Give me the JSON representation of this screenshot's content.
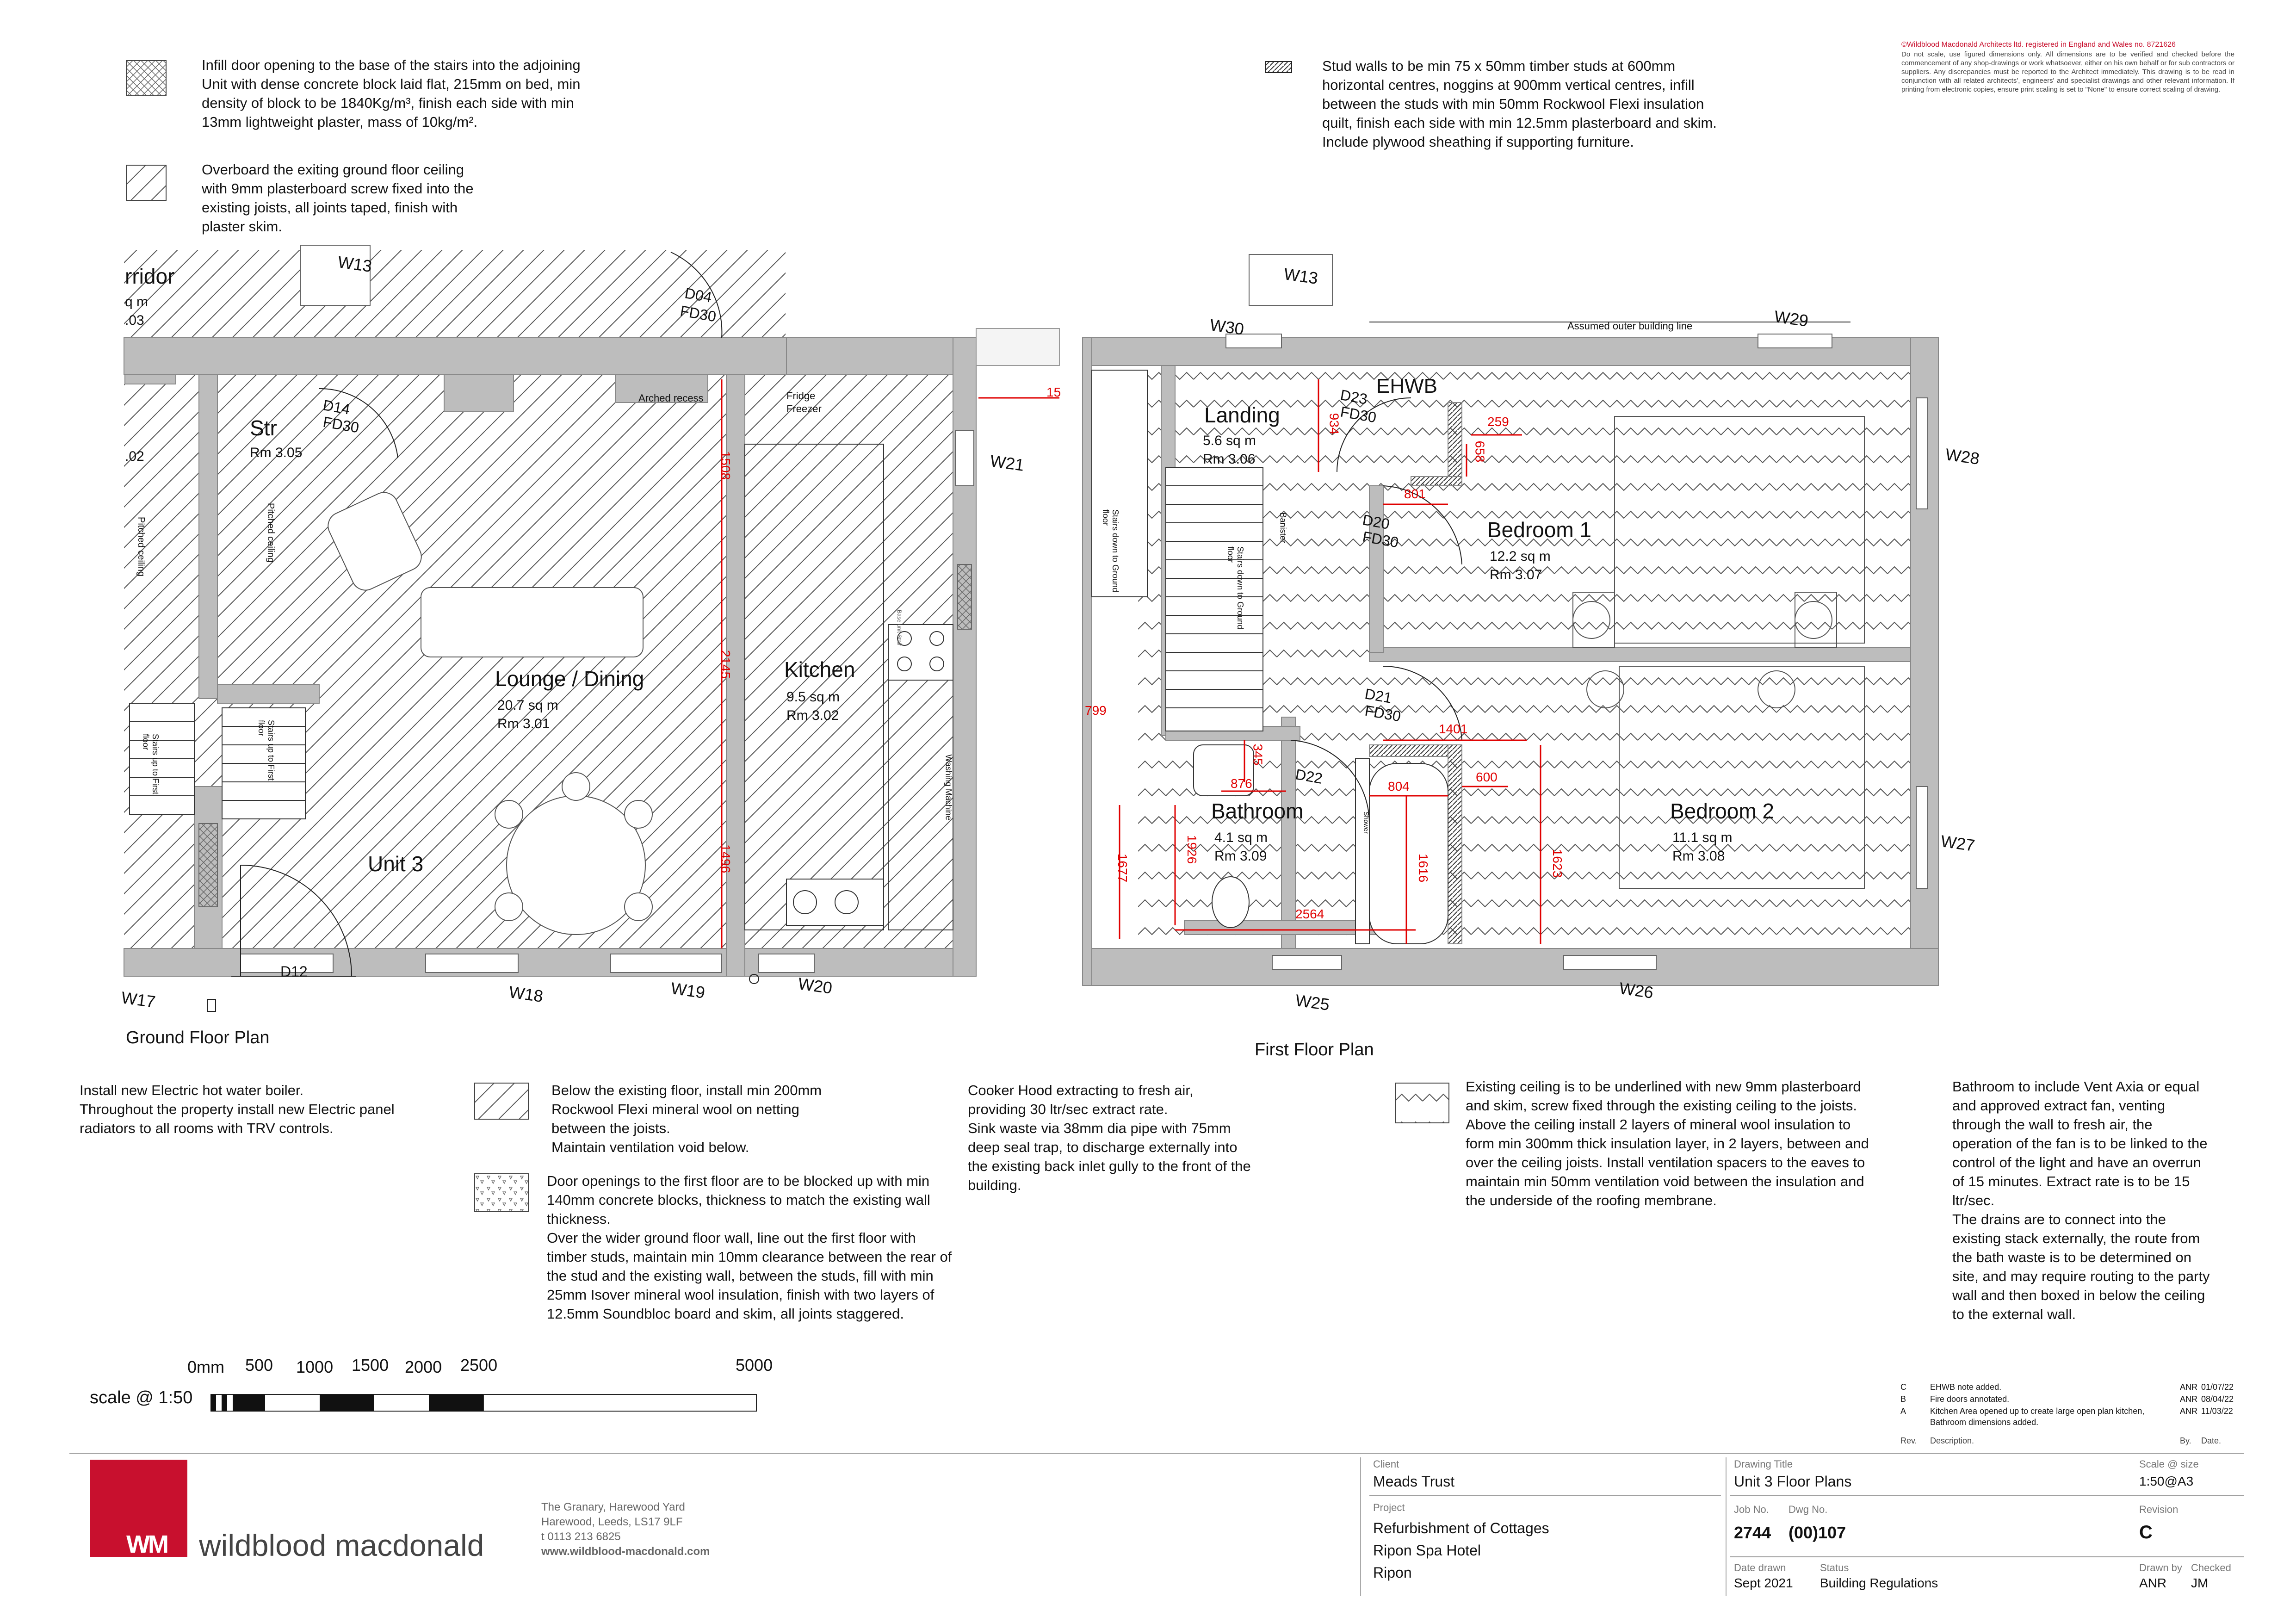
{
  "copyright": {
    "title": "©Wildblood Macdonald Architects ltd. registered in England and Wales no. 8721626",
    "body": "Do not scale, use figured dimensions only. All dimensions are to be verified and checked before the commencement of any shop-drawings or work whatsoever, either on his own behalf or for sub contractors or suppliers. Any discrepancies must be reported to the Architect immediately. This drawing is to be read in conjunction with all related architects', engineers' and specialist drawings and other relevant information. If printing from electronic copies, ensure print scaling is set to \"None\" to ensure correct scaling of drawing."
  },
  "key_notes": {
    "infill": "Infill door opening to the base of the stairs into the adjoining Unit with dense concrete block laid flat, 215mm on bed, min density of block to be 1840Kg/m³, finish each side with min 13mm lightweight plaster, mass of 10kg/m².",
    "overboard": "Overboard the exiting ground floor ceiling with 9mm plasterboard screw fixed into the existing joists, all joints taped, finish with plaster skim.",
    "stud": "Stud walls to be min 75 x 50mm timber studs at 600mm horizontal centres, noggins at 900mm vertical centres, infill between the studs with min 50mm Rockwool Flexi insulation quilt, finish each side with min 12.5mm plasterboard and skim.  Include plywood sheathing if supporting furniture."
  },
  "bottom_notes": {
    "boiler": "Install new Electric  hot water boiler.\n Throughout the property install new Electric panel radiators to all rooms with TRV controls.",
    "floor_insulation": "Below the existing floor, install min 200mm Rockwool Flexi mineral wool on netting between the joists.\nMaintain ventilation void below.",
    "doors": "Door openings to the first floor are to be blocked up with min 140mm concrete blocks, thickness to match the existing wall thickness.\nOver the wider ground floor wall, line out the first floor with timber studs, maintain min 10mm clearance between the rear of the stud and the existing wall, between the studs, fill with min 25mm Isover mineral wool insulation, finish with two layers of 12.5mm Soundbloc board and skim, all joints staggered.",
    "cooker": "Cooker Hood extracting to fresh air, providing 30 ltr/sec extract rate.\nSink waste via 38mm dia pipe with 75mm deep seal trap, to discharge externally into the existing back inlet gully to the front of the building.",
    "ceiling": "Existing ceiling is to be underlined with new 9mm plasterboard and skim, screw fixed through the existing ceiling to the joists.  Above the ceiling install 2 layers of mineral wool insulation to form min 300mm thick insulation layer, in 2 layers, between and over the ceiling joists.  Install ventilation spacers to the eaves to maintain min 50mm ventilation void between the insulation and the underside of the roofing membrane.",
    "bathroom": "Bathroom to include Vent Axia or equal and approved extract fan, venting through the wall to fresh air, the operation of the fan is to be linked to the control of the light and have an overrun of 15 minutes. Extract rate is to be 15 ltr/sec.\nThe drains are to connect into the existing stack externally, the route from the bath waste is to be determined on site, and may require routing to the party wall and then boxed in below the ceiling to the external wall."
  },
  "scale_bar": {
    "label": "scale @ 1:50",
    "ticks": [
      "0mm",
      "500",
      "1000",
      "1500",
      "2000",
      "2500",
      "5000"
    ]
  },
  "ground_floor": {
    "title": "Ground Floor Plan",
    "rooms": {
      "corridor": "rridor",
      "corridor_a": "q m",
      "corridor_b": ".03",
      "left_area": ".02",
      "store": "Str",
      "store_rm": "Rm 3.05",
      "lounge": "Lounge / Dining",
      "lounge_area": "20.7 sq m",
      "lounge_rm": "Rm 3.01",
      "kitchen": "Kitchen",
      "kitchen_area": "9.5 sq m",
      "kitchen_rm": "Rm 3.02",
      "unit": "Unit 3"
    },
    "labels": {
      "w13": "W13",
      "w17": "W17",
      "w18": "W18",
      "w19": "W19",
      "w20": "W20",
      "w21": "W21",
      "d04": "D04",
      "fd30a": "FD30",
      "d14": "D14",
      "fd30b": "FD30",
      "d12": "D12",
      "arched": "Arched recess",
      "fridge": "Fridge",
      "freezer": "Freezer",
      "pitched1": "Pitched ceiling",
      "pitched2": "Pitched ceiling",
      "stairs1": "Stairs up to First floor",
      "stairs2": "Stairs up to First floor",
      "washing": "Washing Machine",
      "base_unit": "Base unit Stair"
    },
    "dims": [
      "1508",
      "2145",
      "1496",
      "15"
    ]
  },
  "first_floor": {
    "title": "First Floor Plan",
    "rooms": {
      "landing": "Landing",
      "landing_area": "5.6 sq m",
      "landing_rm": "Rm 3.06",
      "ehwb": "EHWB",
      "bed1": "Bedroom 1",
      "bed1_area": "12.2 sq m",
      "bed1_rm": "Rm 3.07",
      "bath": "Bathroom",
      "bath_area": "4.1 sq m",
      "bath_rm": "Rm 3.09",
      "bed2": "Bedroom 2",
      "bed2_area": "11.1 sq m",
      "bed2_rm": "Rm 3.08"
    },
    "labels": {
      "w13": "W13",
      "w30": "W30",
      "w29": "W29",
      "w28": "W28",
      "w27": "W27",
      "w26": "W26",
      "w25": "W25",
      "d23": "D23",
      "fd30a": "FD30",
      "d20": "D20",
      "fd30b": "FD30",
      "d21": "D21",
      "fd30c": "FD30",
      "d22": "D22",
      "outer_line": "Assumed outer building line",
      "banister": "Banister",
      "stairs_down1": "Stairs down to Ground floor",
      "stairs_down2": "Stairs down to Ground floor",
      "shower": "Shower"
    },
    "dims": [
      "934",
      "259",
      "658",
      "801",
      "1401",
      "345",
      "876",
      "804",
      "600",
      "1926",
      "1616",
      "1623",
      "2564",
      "1677",
      "799"
    ]
  },
  "revisions": [
    {
      "rev": "C",
      "desc": "EHWB note added.",
      "by": "ANR",
      "date": "01/07/22"
    },
    {
      "rev": "B",
      "desc": "Fire doors annotated.",
      "by": "ANR",
      "date": "08/04/22"
    },
    {
      "rev": "A",
      "desc": "Kitchen Area opened up to create large open plan kitchen, Bathroom dimensions added.",
      "by": "ANR",
      "date": "11/03/22"
    }
  ],
  "revision_headers": {
    "rev": "Rev.",
    "desc": "Description.",
    "by": "By.",
    "date": "Date."
  },
  "title_block": {
    "brand_mark": "WM",
    "brand": "wildblood macdonald",
    "address1": "The Granary, Harewood Yard",
    "address2": "Harewood, Leeds, LS17 9LF",
    "phone": "t 0113 213 6825",
    "web": "www.wildblood-macdonald.com",
    "client_label": "Client",
    "client": "Meads Trust",
    "project_label": "Project",
    "project1": "Refurbishment of Cottages",
    "project2": "Ripon Spa Hotel",
    "project3": "Ripon",
    "title_label": "Drawing Title",
    "title": "Unit 3 Floor Plans",
    "scale_label": "Scale @ size",
    "scale": "1:50@A3",
    "job_label": "Job No.",
    "job": "2744",
    "dwg_label": "Dwg No.",
    "dwg": "(00)107",
    "rev_label": "Revision",
    "rev": "C",
    "date_label": "Date drawn",
    "date": "Sept 2021",
    "status_label": "Status",
    "status": "Building Regulations",
    "drawn_label": "Drawn by",
    "drawn": "ANR",
    "checked_label": "Checked",
    "checked": "JM"
  },
  "colors": {
    "brand": "#c8102e",
    "wall": "#bdbdbd",
    "dimension": "#e00000"
  }
}
